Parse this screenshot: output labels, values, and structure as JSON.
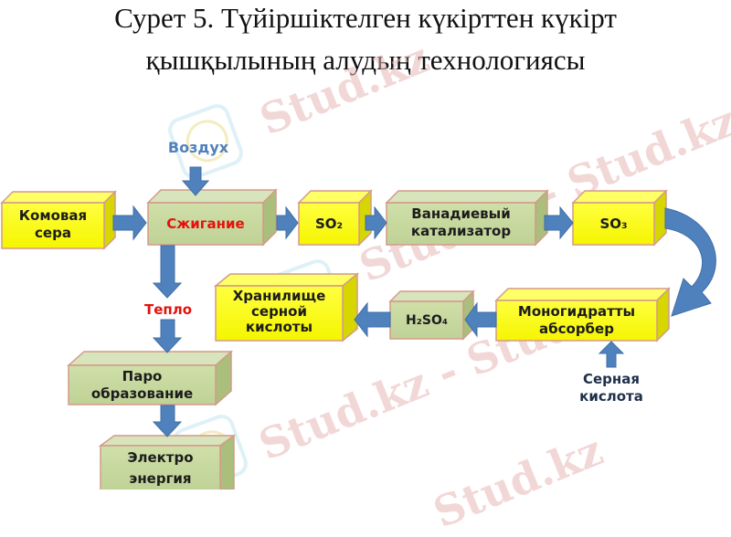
{
  "caption": {
    "line1": "Сурет 5. Түйіршіктелген күкірттен күкірт",
    "line2": "қышқылының алудың технологиясы"
  },
  "watermark": {
    "text": "Stud.kz",
    "text_alt": "Stud.kz - Stud.kz",
    "logo_icon": "stud-kz-logo-icon"
  },
  "colors": {
    "yellow_box": "#ffff00",
    "green_box": "#c4d79b",
    "box_border": "#d49a8a",
    "arrow": "#4f81bd",
    "red_text": "#e3120b",
    "blue_text": "#4f81bd"
  },
  "nodes": {
    "komovaya_sera": {
      "line1": "Комовая",
      "line2": "сера"
    },
    "szhiganie": {
      "label": "Сжигание"
    },
    "vozdukh": {
      "label": "Воздух"
    },
    "so2": {
      "label": "SO₂"
    },
    "vanadievy": {
      "line1": "Ванадиевый",
      "line2": "катализатор"
    },
    "so3": {
      "label": "SO₃"
    },
    "monogidratty": {
      "line1": "Моногидратты",
      "line2": "абсорбер"
    },
    "h2so4": {
      "label": "H₂SO₄"
    },
    "khranilishche": {
      "line1": "Хранилище",
      "line2": "серной",
      "line3": "кислоты"
    },
    "serная_kislota": {
      "line1": "Серная",
      "line2": "кислота"
    },
    "teplo": {
      "label": "Тепло"
    },
    "paro": {
      "line1": "Паро",
      "line2": "образование"
    },
    "elektro": {
      "line1": "Электро",
      "line2": "энергия"
    }
  }
}
